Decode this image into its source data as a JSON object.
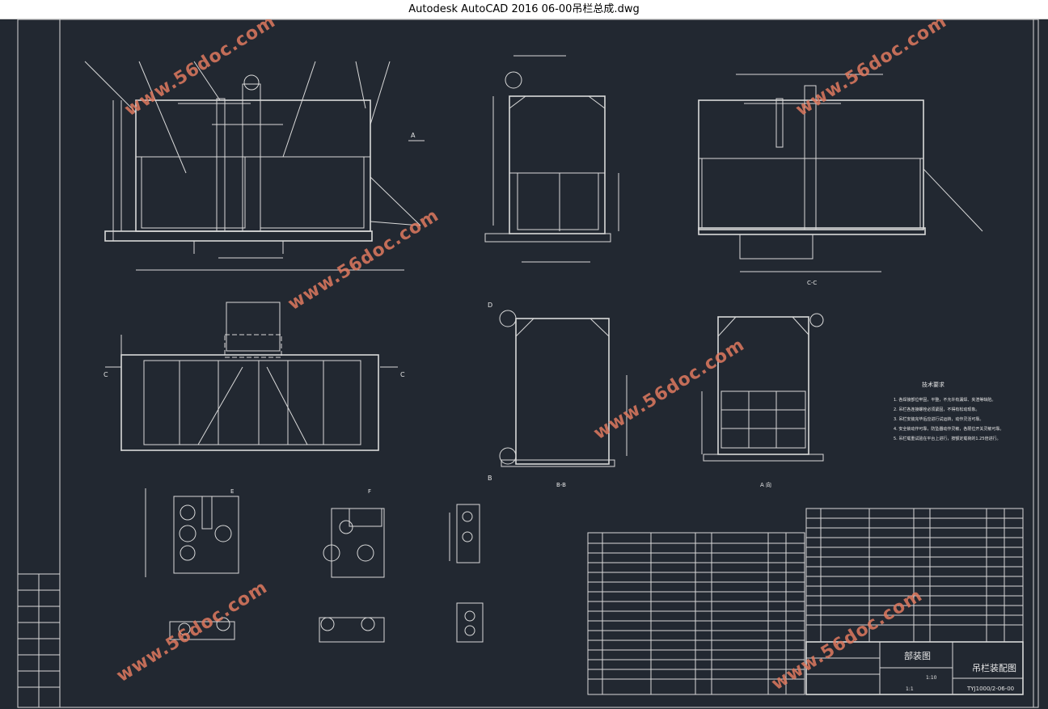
{
  "window": {
    "title": "Autodesk AutoCAD 2016     06-00吊栏总成.dwg"
  },
  "watermark": {
    "text": "www.56doc.com",
    "color": "#e07a5f"
  },
  "drawing": {
    "background_color": "#222831",
    "line_color": "#d9d9d9",
    "title_block": {
      "drawing_name": "吊栏装配图",
      "drawing_type": "部装图",
      "drawing_number": "TYJ1000/2-06-00",
      "scale": "1:10",
      "sheet_unit": "1:1"
    },
    "view_labels": {
      "view_a_arrow": "A",
      "section_c_left": "C",
      "section_c_right": "C",
      "section_c_view": "C-C",
      "view_d": "D",
      "view_b": "B",
      "view_bb": "B-B",
      "view_a": "A 向",
      "view_e": "E",
      "view_f": "F"
    },
    "technical_requirements": {
      "heading": "技术要求",
      "items": [
        "1. 各焊接部位牢固，平整，不允许有漏焊、夹渣等缺陷。",
        "2. 吊栏各连接螺栓必须紧固，不得有松动现象。",
        "3. 吊栏安装完毕后应进行试运转，动作灵活可靠。",
        "4. 安全锁动作可靠，防坠器动作灵敏，各限位开关灵敏可靠。",
        "5. 吊栏载重试验在平台上进行，按额定载荷的1.25倍进行。"
      ]
    }
  }
}
